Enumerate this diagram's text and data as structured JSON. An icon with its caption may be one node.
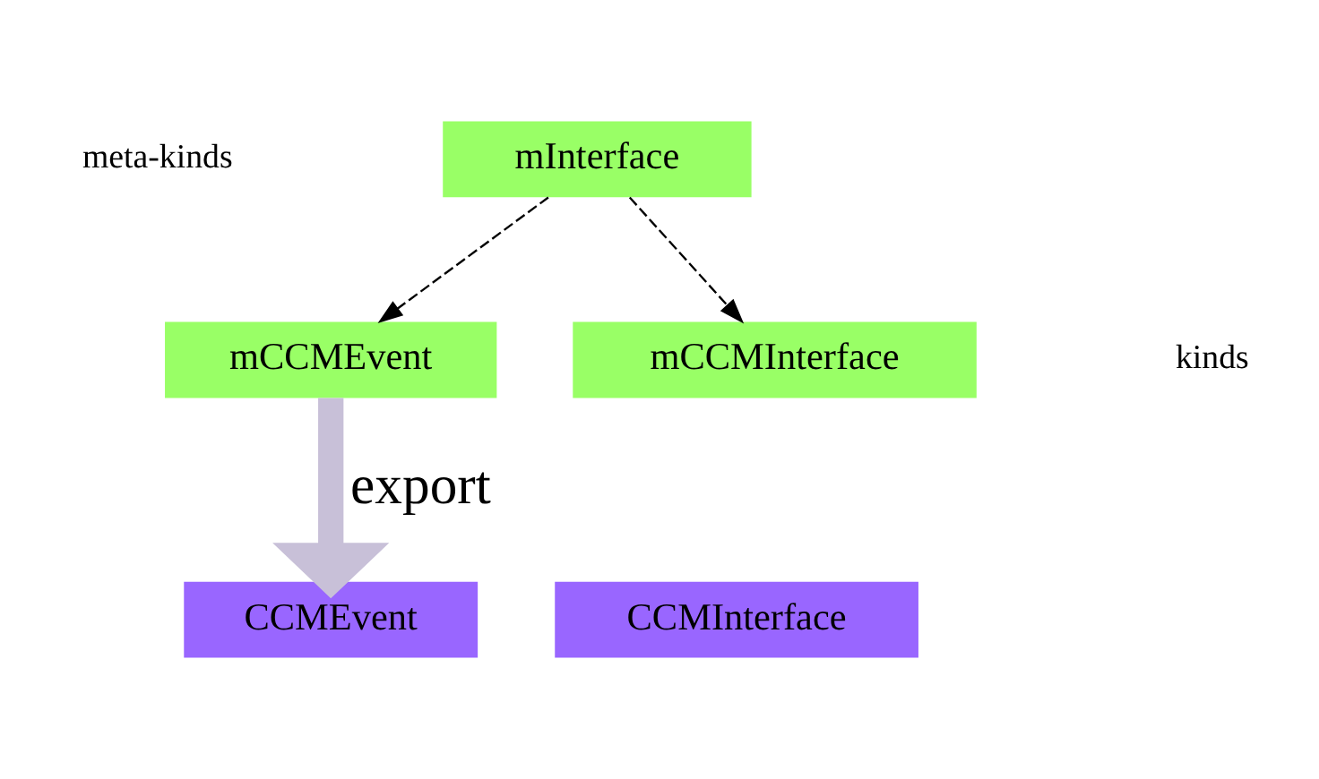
{
  "diagram": {
    "nodes": [
      {
        "text": [
          "mInterface"
        ]
      },
      {
        "text": [
          "mCCMEvent"
        ]
      },
      {
        "text": [
          "mCCMInterface"
        ]
      },
      {
        "text": [
          "CCMEvent"
        ]
      },
      {
        "text": [
          "CCMInterface"
        ]
      }
    ],
    "edges": [
      {
        "from": 0,
        "to": 1,
        "arrow": "to",
        "style": "dashed"
      },
      {
        "from": 0,
        "to": 2,
        "arrow": "to",
        "style": "dashed"
      },
      {
        "from": 1,
        "to": 3,
        "arrow": "to",
        "label": "export",
        "style": "thick",
        "color": "#c8c0d8"
      }
    ],
    "labels": [
      "meta-kinds",
      "kinds"
    ]
  }
}
